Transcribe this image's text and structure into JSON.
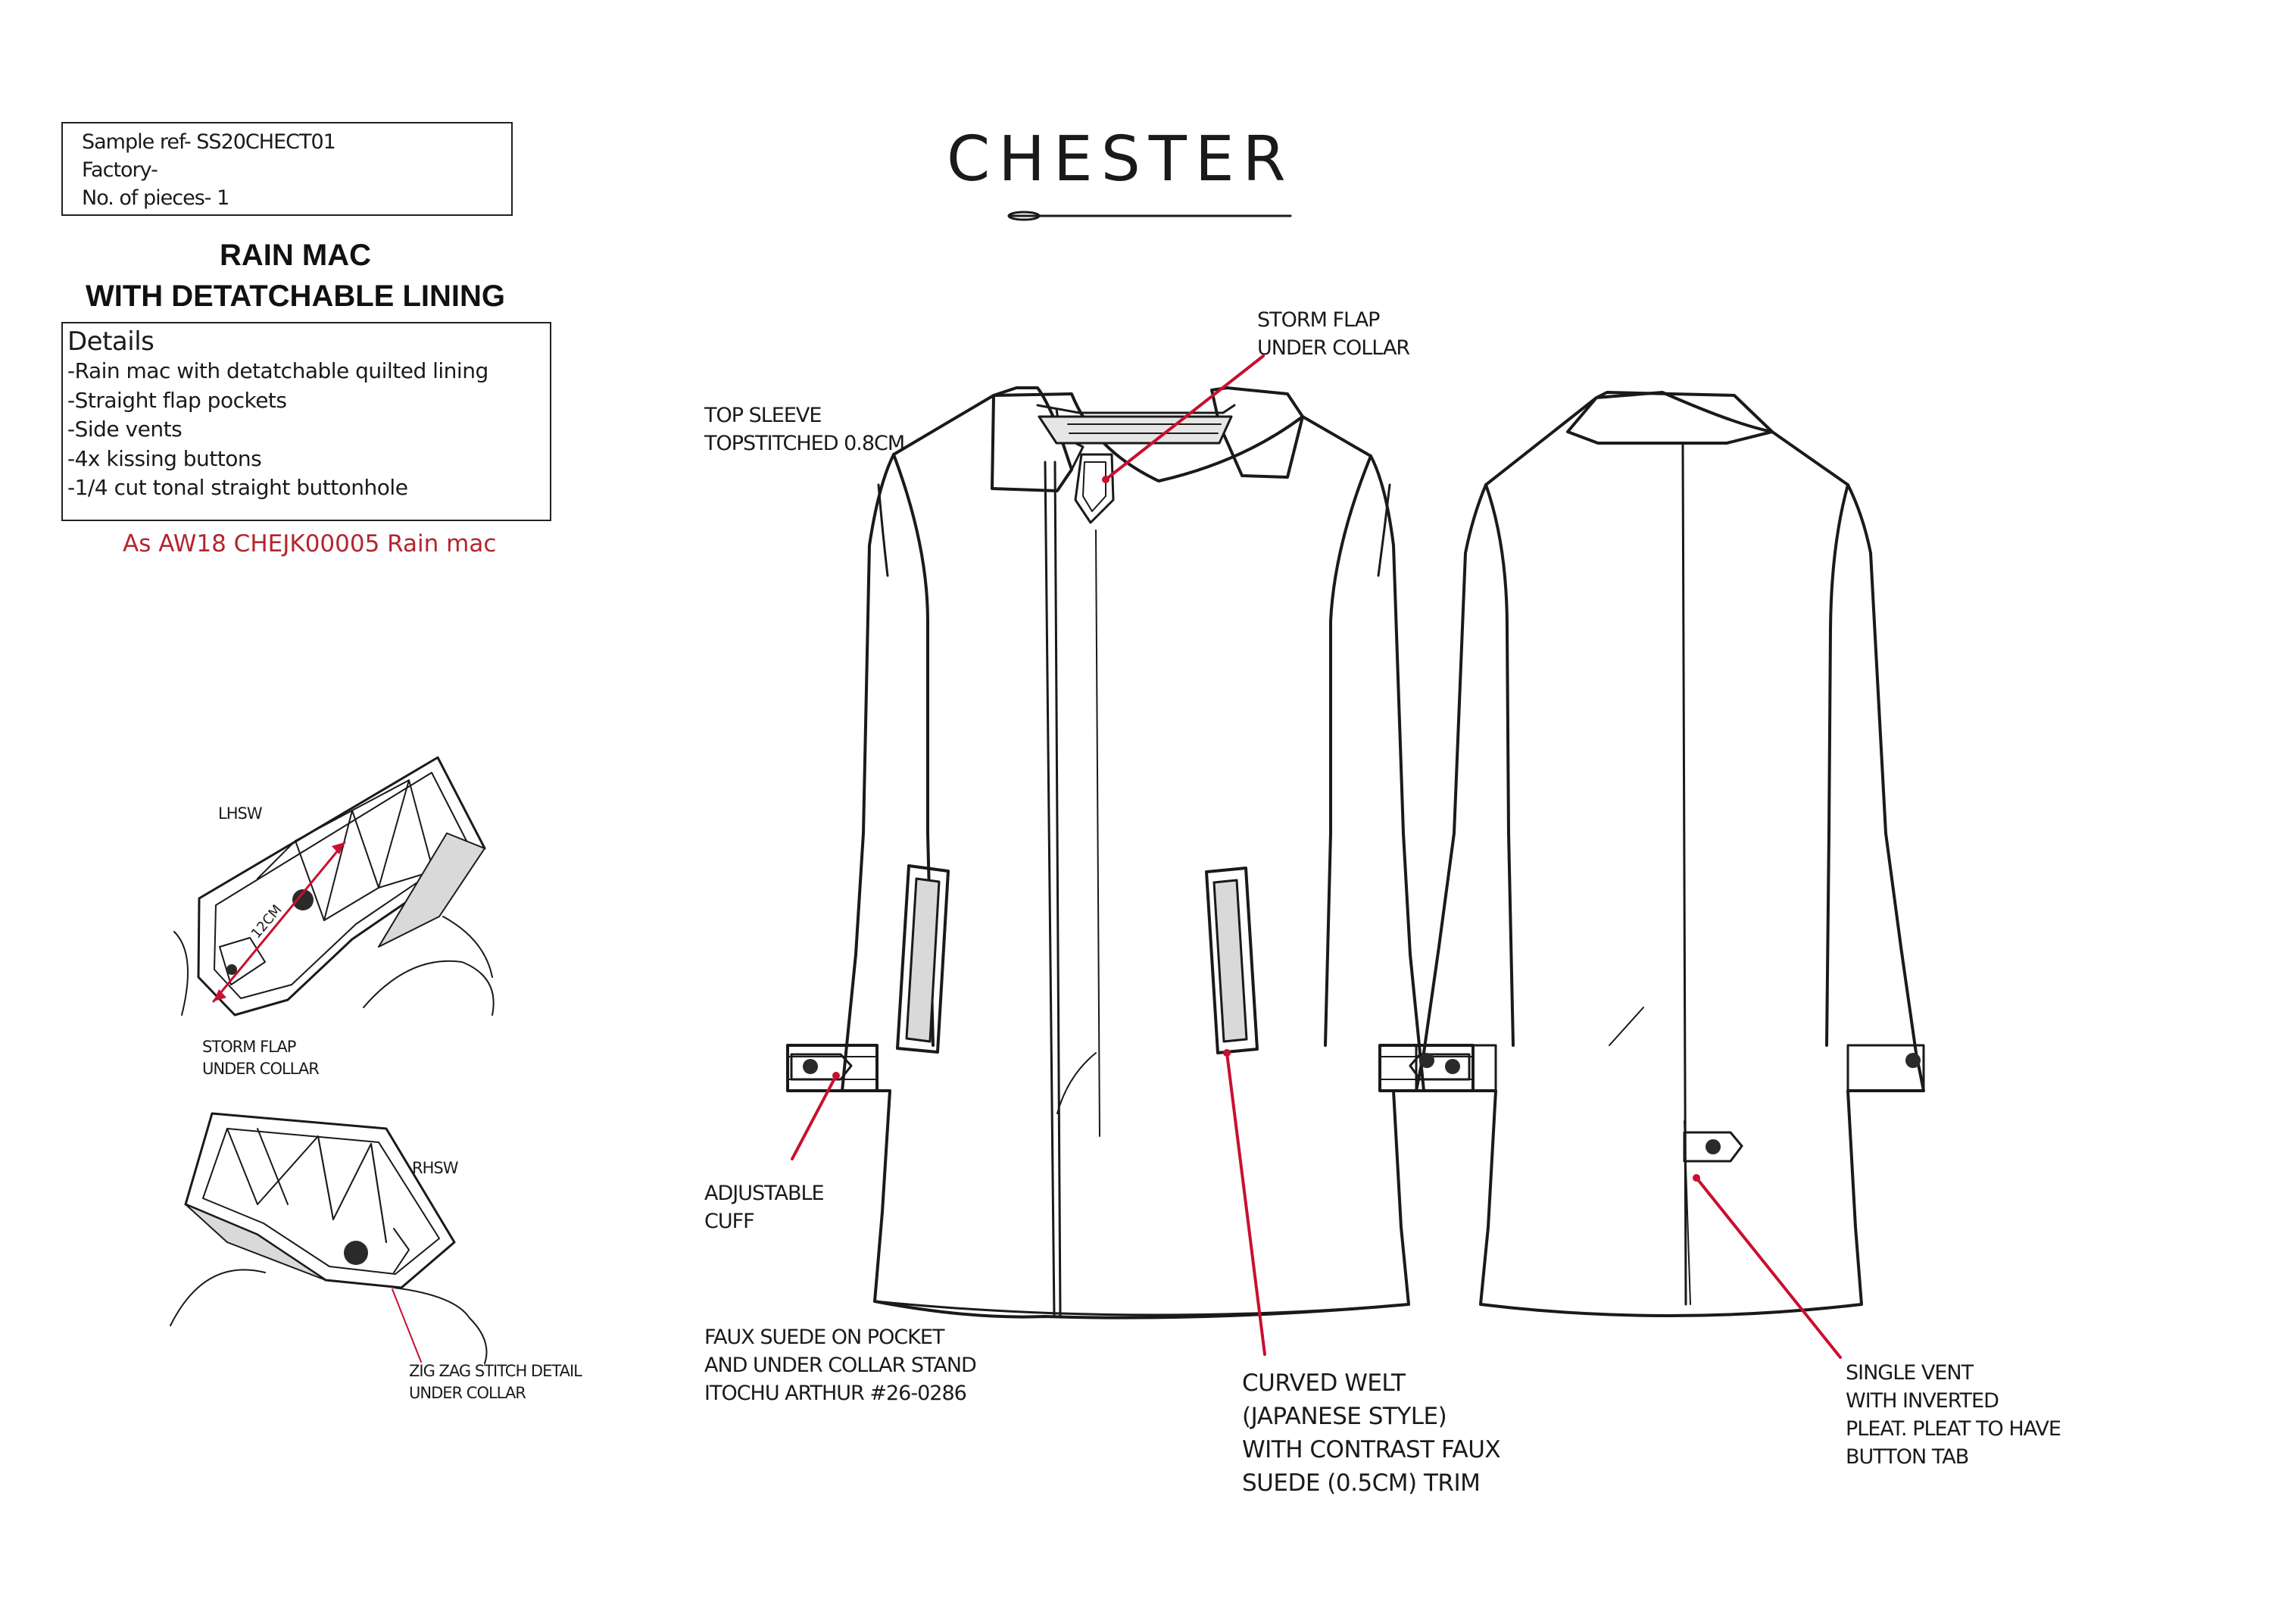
{
  "sample_box": {
    "lines": [
      "Sample ref- SS20CHECT01",
      "Factory-",
      "No. of pieces- 1"
    ]
  },
  "title": {
    "line1": "RAIN MAC",
    "line2": "WITH DETATCHABLE LINING"
  },
  "details": {
    "heading": "Details",
    "items": [
      "-Rain mac with detatchable quilted lining",
      "-Straight flap pockets",
      "-Side vents",
      "-4x kissing buttons",
      "-1/4 cut tonal straight buttonhole"
    ]
  },
  "reference_note": "As AW18 CHEJK00005 Rain mac",
  "brand": "CHESTER",
  "callouts": {
    "storm_flap_top": [
      "STORM FLAP",
      "UNDER COLLAR"
    ],
    "top_sleeve": [
      "TOP SLEEVE",
      "TOPSTITCHED 0.8CM"
    ],
    "adjustable_cuff": [
      "ADJUSTABLE",
      "CUFF"
    ],
    "faux_suede": [
      "FAUX SUEDE ON POCKET",
      "AND UNDER COLLAR STAND",
      "ITOCHU ARTHUR #26-0286"
    ],
    "curved_welt": [
      "CURVED WELT",
      "(JAPANESE STYLE)",
      "WITH CONTRAST FAUX",
      "SUEDE (0.5CM) TRIM"
    ],
    "single_vent": [
      "SINGLE VENT",
      "WITH INVERTED",
      "PLEAT. PLEAT TO HAVE",
      "BUTTON TAB"
    ]
  },
  "detail_views": {
    "lhsw_label": "LHSW",
    "measure_label": "12CM",
    "storm_flap": [
      "STORM FLAP",
      "UNDER COLLAR"
    ],
    "rhsw_label": "RHSW",
    "zigzag": [
      "ZIG ZAG STITCH DETAIL",
      "UNDER COLLAR"
    ]
  },
  "colors": {
    "callout_line": "#c8102e",
    "reference_note": "#b3262e",
    "suede_fill": "#d9d9d9",
    "button_fill": "#2a2a2a"
  }
}
